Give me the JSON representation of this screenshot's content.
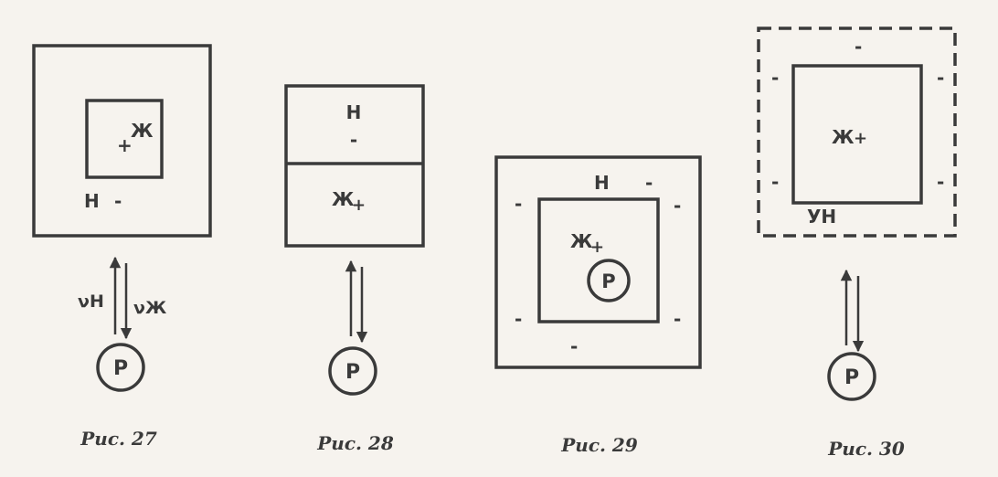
{
  "figures": [
    {
      "caption": "Рис. 27",
      "outer_label": "Н",
      "outer_sign": "-",
      "inner_label": "Ж",
      "inner_sign": "+",
      "arrow_label_left": "νН",
      "arrow_label_right": "νЖ",
      "circle_label": "Р"
    },
    {
      "caption": "Рис. 28",
      "top_label": "Н",
      "top_sign": "-",
      "bottom_label": "Ж",
      "bottom_sign": "+",
      "circle_label": "Р"
    },
    {
      "caption": "Рис. 29",
      "outer_label": "Н",
      "sign": "-",
      "inner_label": "Ж",
      "inner_sign": "+",
      "circle_label": "Р"
    },
    {
      "caption": "Рис. 30",
      "inner_label": "Ж",
      "inner_sign": "+",
      "outer_label": "УН",
      "sign": "-",
      "circle_label": "Р"
    }
  ]
}
